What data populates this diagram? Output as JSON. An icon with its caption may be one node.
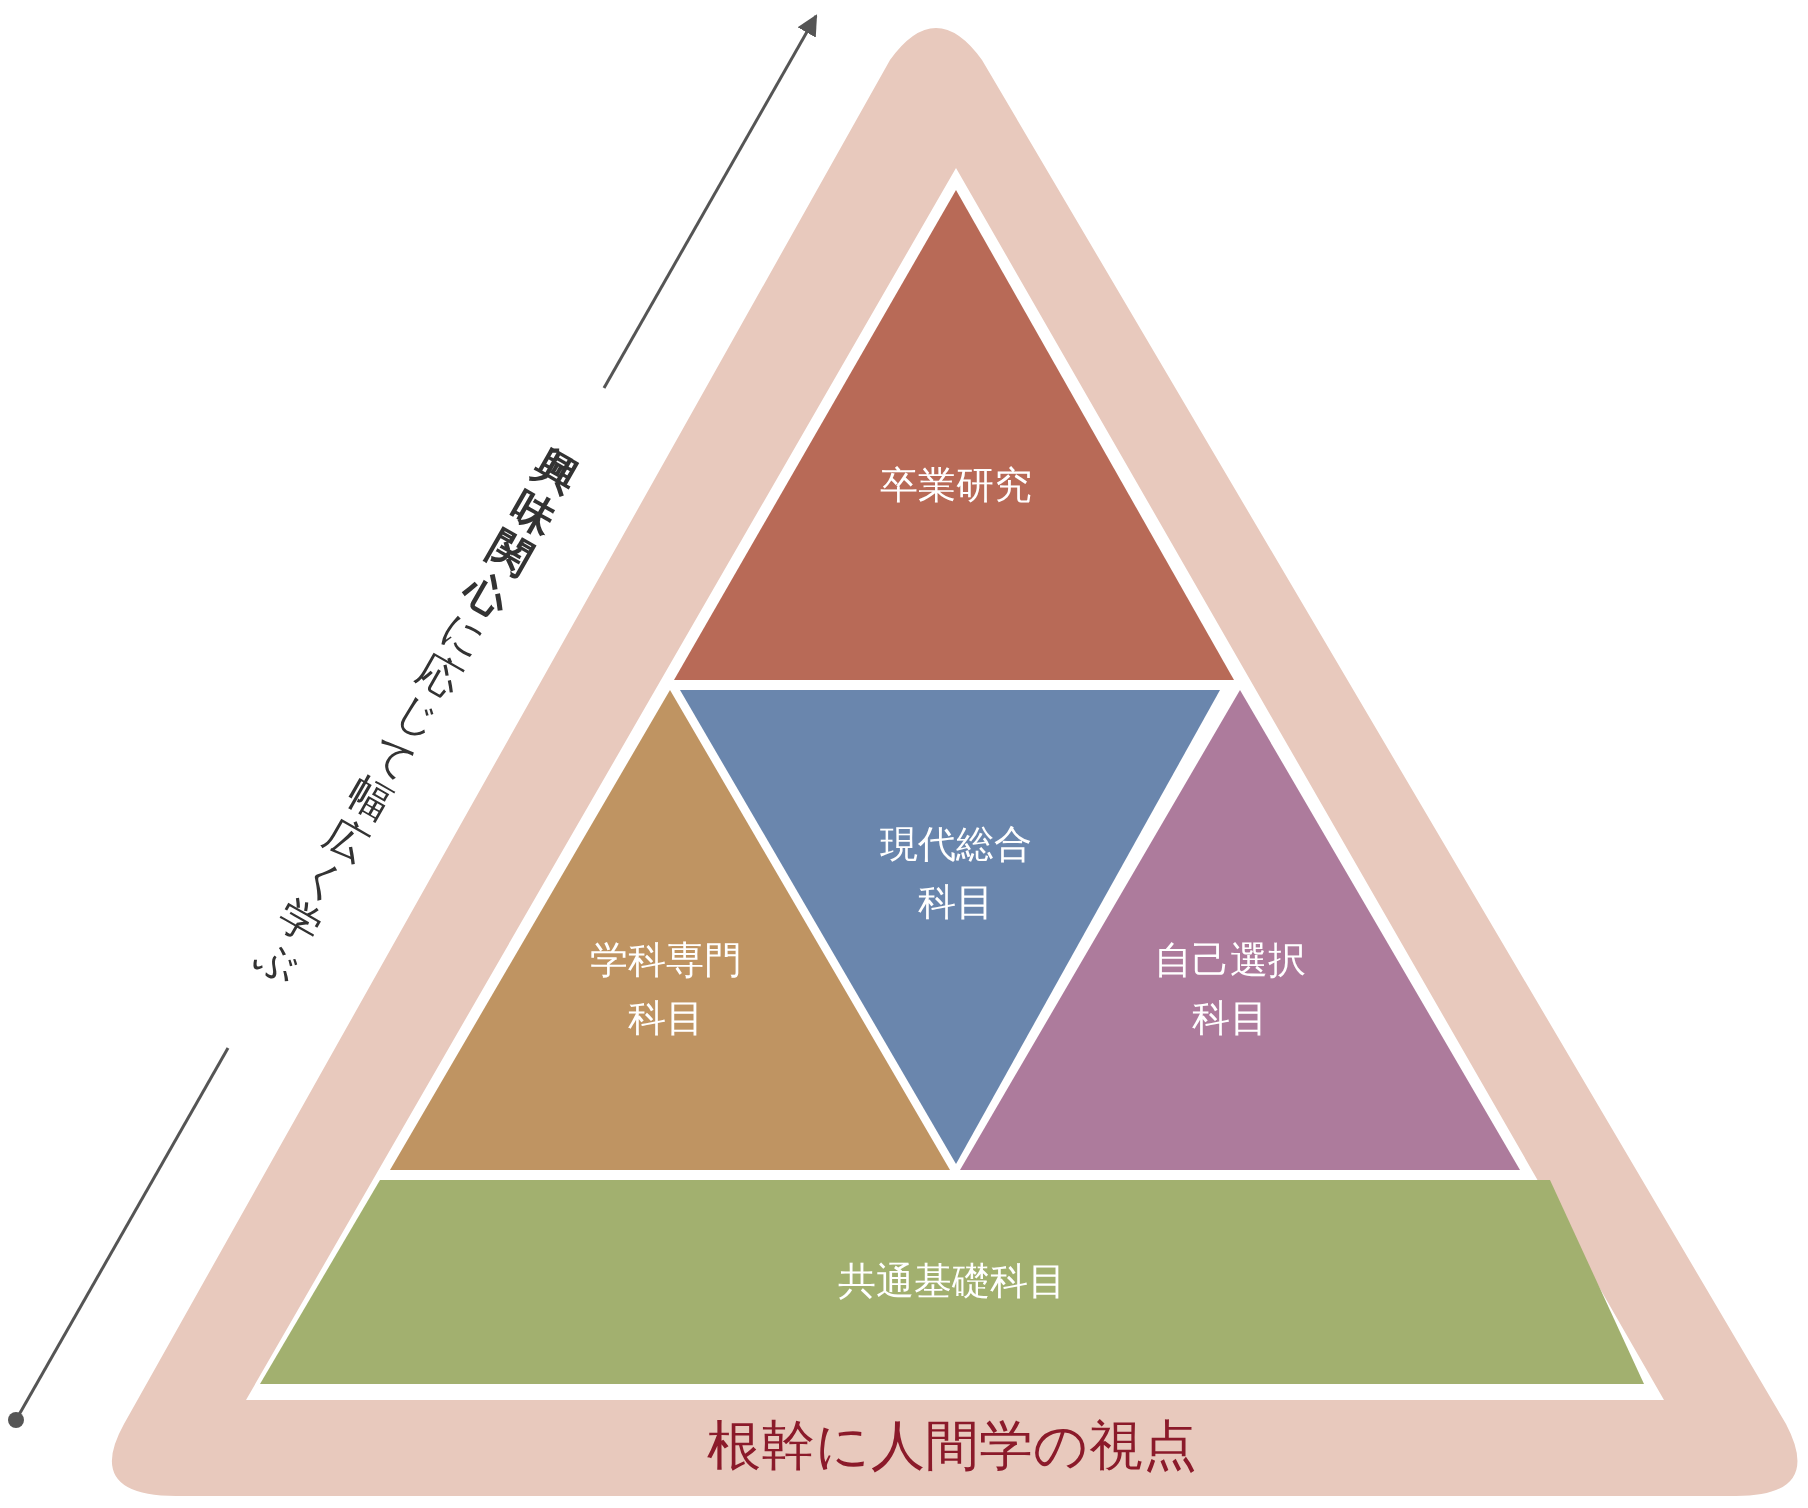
{
  "diagram": {
    "nodes": [
      {
        "text": [
          "根幹に人間学の視点"
        ]
      },
      {
        "text": [
          "卒業研究"
        ],
        "in": 0
      },
      {
        "text": [
          "学科専門科目"
        ],
        "in": 0
      },
      {
        "text": [
          "現代総合科目"
        ],
        "in": 0
      },
      {
        "text": [
          "自己選択科目"
        ],
        "in": 0
      },
      {
        "text": [
          "共通基礎科目"
        ],
        "in": 0
      }
    ],
    "labels": [
      "**興味関心**に応じて幅広く学ぶ"
    ]
  }
}
